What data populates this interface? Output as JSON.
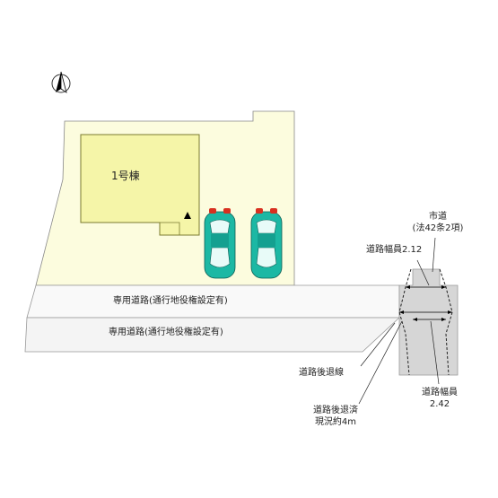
{
  "site_plan": {
    "north_marker": "N",
    "building_label": "1号棟",
    "private_road_upper_label": "専用道路(通行地役権設定有)",
    "private_road_lower_label": "専用道路(通行地役権設定有)",
    "public_road_label_line1": "市道",
    "public_road_label_line2": "(法42条2項)",
    "road_width_upper_label": "道路幅員2.12",
    "road_width_lower_label_line1": "道路幅員",
    "road_width_lower_label_line2": "2.42",
    "setback_line_label": "道路後退線",
    "setback_done_label_line1": "道路後退済",
    "setback_done_label_line2": "現況約4m"
  },
  "colors": {
    "lot_fill": "#fcfcde",
    "building_fill": "#f5f5a8",
    "road_fill": "#f4f4f4",
    "public_road_fill": "#d6d6d6",
    "car_teal": "#1cb8a4",
    "car_red": "#d83020",
    "outline": "#888888"
  },
  "icons": {
    "north_arrow": "north-compass-icon",
    "entrance": "triangle-up-icon",
    "car": "car-top-view-icon"
  }
}
